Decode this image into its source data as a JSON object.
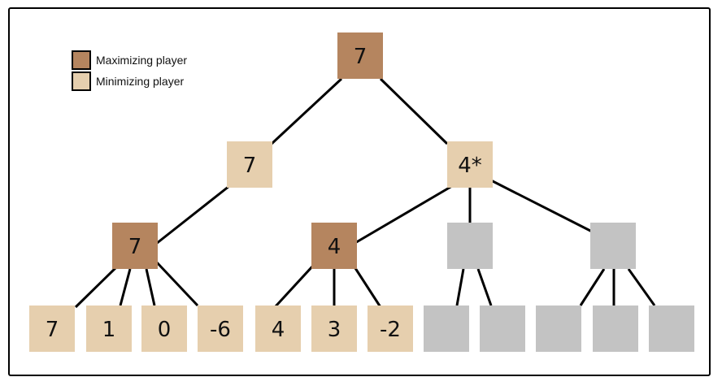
{
  "legend": {
    "max_label": "Maximizing player",
    "min_label": "Minimizing player",
    "max_color": "#b5855f",
    "min_color": "#e6cfae"
  },
  "colors": {
    "max": "#b5855f",
    "min": "#e6cfae",
    "pruned": "#c3c3c3",
    "edge": "#000000"
  },
  "tree": {
    "root": {
      "label": "7",
      "kind": "max"
    },
    "level1": [
      {
        "label": "7",
        "kind": "min"
      },
      {
        "label": "4*",
        "kind": "min"
      }
    ],
    "level2": [
      {
        "label": "7",
        "kind": "max"
      },
      {
        "label": "4",
        "kind": "max"
      },
      {
        "label": "",
        "kind": "pruned"
      },
      {
        "label": "",
        "kind": "pruned"
      }
    ],
    "leaves": [
      {
        "label": "7",
        "kind": "min"
      },
      {
        "label": "1",
        "kind": "min"
      },
      {
        "label": "0",
        "kind": "min"
      },
      {
        "label": "-6",
        "kind": "min"
      },
      {
        "label": "4",
        "kind": "min"
      },
      {
        "label": "3",
        "kind": "min"
      },
      {
        "label": "-2",
        "kind": "min"
      },
      {
        "label": "",
        "kind": "pruned"
      },
      {
        "label": "",
        "kind": "pruned"
      },
      {
        "label": "",
        "kind": "pruned"
      },
      {
        "label": "",
        "kind": "pruned"
      },
      {
        "label": "",
        "kind": "pruned"
      }
    ]
  }
}
